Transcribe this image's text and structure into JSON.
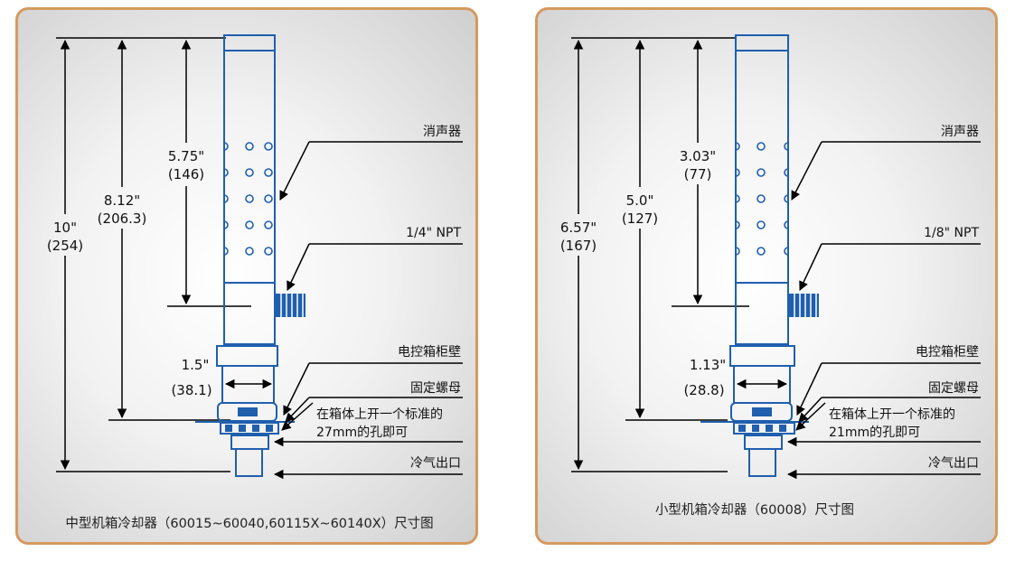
{
  "panels": [
    {
      "dims": {
        "d1": {
          "in": "5.75\"",
          "mm": "(146)"
        },
        "d2": {
          "in": "8.12\"",
          "mm": "(206.3)"
        },
        "d3": {
          "in": "10\"",
          "mm": "(254)"
        },
        "width": {
          "in": "1.5\"",
          "mm": "(38.1)"
        }
      },
      "labels": {
        "muffler": "消声器",
        "npt": "1/4\" NPT",
        "wall": "电控箱柜壁",
        "nut": "固定螺母",
        "hole_line1": "在箱体上开一个标准的",
        "hole_line2": "27mm的孔即可",
        "outlet": "冷气出口"
      },
      "caption": "中型机箱冷却器（60015~60040,60115X~60140X）尺寸图"
    },
    {
      "dims": {
        "d1": {
          "in": "3.03\"",
          "mm": "(77)"
        },
        "d2": {
          "in": "5.0\"",
          "mm": "(127)"
        },
        "d3": {
          "in": "6.57\"",
          "mm": "(167)"
        },
        "width": {
          "in": "1.13\"",
          "mm": "(28.8)"
        }
      },
      "labels": {
        "muffler": "消声器",
        "npt": "1/8\" NPT",
        "wall": "电控箱柜壁",
        "nut": "固定螺母",
        "hole_line1": "在箱体上开一个标准的",
        "hole_line2": "21mm的孔即可",
        "outlet": "冷气出口"
      },
      "caption": "小型机箱冷却器（60008）尺寸图"
    }
  ],
  "colors": {
    "outline": "#1f5fae",
    "frame": "#d59a5f",
    "line": "#000000"
  }
}
